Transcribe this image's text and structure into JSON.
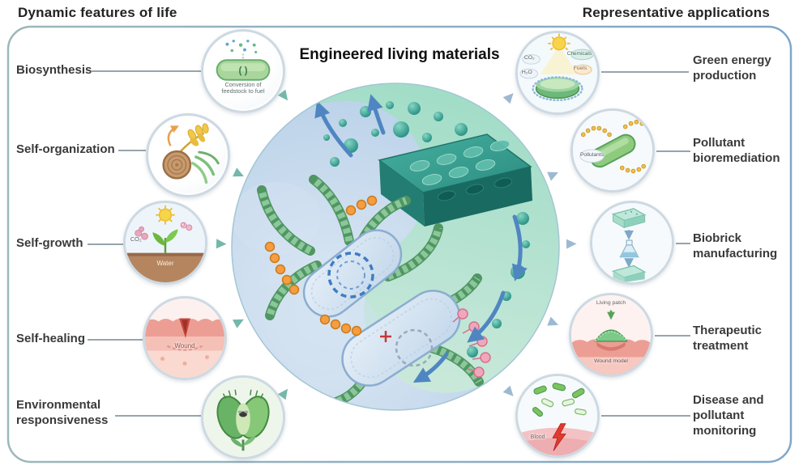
{
  "headers": {
    "left": "Dynamic features of life",
    "right": "Representative applications"
  },
  "center": {
    "title": "Engineered living materials"
  },
  "features": [
    {
      "label": "Biosynthesis",
      "caption": "Conversion of feedstock to fuel"
    },
    {
      "label": "Self-organization"
    },
    {
      "label": "Self-growth",
      "co2": "CO₂",
      "o2": "O₂",
      "water": "Water"
    },
    {
      "label": "Self-healing",
      "wound": "Wound"
    },
    {
      "label": "Environmental responsiveness"
    }
  ],
  "applications": [
    {
      "label": "Green energy production",
      "co2": "CO₂",
      "h2o": "H₂O",
      "chemicals": "Chemicals",
      "fuels": "Fuels"
    },
    {
      "label": "Pollutant bioremediation",
      "pollutants": "Pollutants"
    },
    {
      "label": "Biobrick manufacturing"
    },
    {
      "label": "Therapeutic treatment",
      "living_patch": "Living patch",
      "wound_model": "Wound model"
    },
    {
      "label": "Disease and pollutant monitoring",
      "blood": "Blood"
    }
  ],
  "colors": {
    "frame_left": "#9db7b9",
    "frame_right": "#7fa7cb",
    "feature_arrow": "#74b8a9",
    "application_arrow": "#9db9d2",
    "center_teal": "#2b8c80",
    "center_blue": "#b2cce4"
  }
}
